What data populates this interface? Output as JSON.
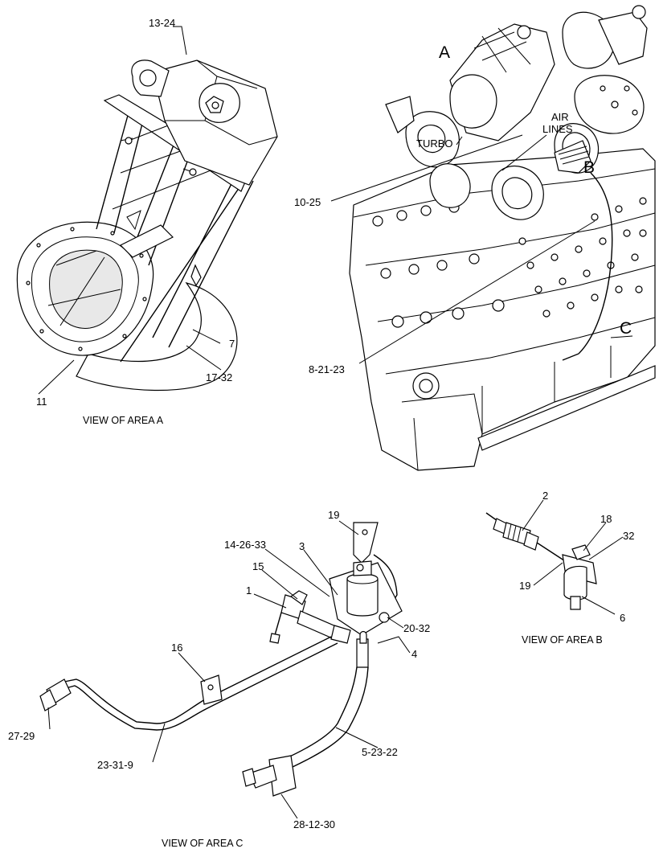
{
  "views": {
    "area_a": {
      "caption": "VIEW OF AREA  A",
      "callouts": {
        "c13_24": "13-24",
        "c7": "7",
        "c17_32": "17-32",
        "c11": "11"
      }
    },
    "main": {
      "area_letters": {
        "a": "A",
        "b": "B",
        "c": "C"
      },
      "text_labels": {
        "turbo": "TURBO",
        "air": "AIR",
        "lines": "LINES"
      },
      "callouts": {
        "c10_25": "10-25",
        "c8_21_23": "8-21-23"
      }
    },
    "area_b": {
      "caption": "VIEW OF AREA  B",
      "callouts": {
        "c2": "2",
        "c18": "18",
        "c32": "32",
        "c19": "19",
        "c6": "6"
      }
    },
    "area_c": {
      "caption": "VIEW OF AREA  C",
      "callouts": {
        "c19": "19",
        "c14_26_33": "14-26-33",
        "c3": "3",
        "c15": "15",
        "c1": "1",
        "c20_32": "20-32",
        "c4": "4",
        "c16": "16",
        "c27_29": "27-29",
        "c23_31_9": "23-31-9",
        "c5_23_22": "5-23-22",
        "c28_12_30": "28-12-30"
      }
    }
  }
}
